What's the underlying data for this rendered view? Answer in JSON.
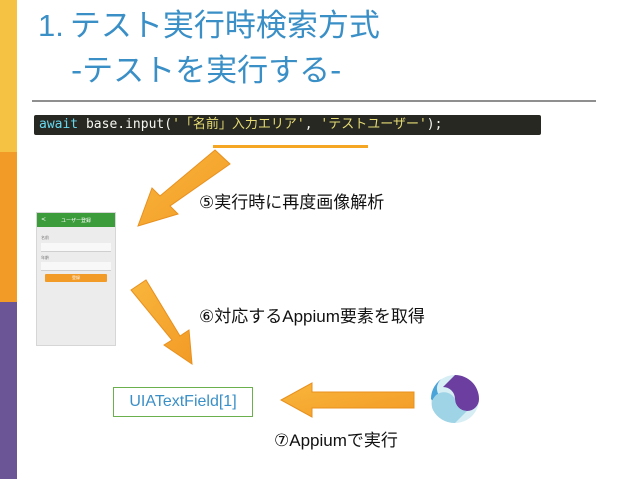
{
  "slide": {
    "title_number": "1.",
    "title_text": "テスト実行時検索方式",
    "subtitle": "-テストを実行する-",
    "code": {
      "keyword": "await",
      "call": " base.input(",
      "arg1": "'「名前」入力エリア'",
      "sep": ", ",
      "arg2": "'テストユーザー'",
      "end": ");"
    },
    "phone": {
      "title": "ユーザー登録",
      "back": "<",
      "label1": "名前",
      "label2": "年齢",
      "button": "登録"
    },
    "step5": "⑤実行時に再度画像解析",
    "step6_prefix": "⑥対応する",
    "step6_latin": "Appium",
    "step6_suffix": "要素を取得",
    "step7_prefix": "⑦",
    "step7_latin": "Appium",
    "step7_suffix": "で実行",
    "element_box": "UIATextField[1]",
    "colors": {
      "accent_blue": "#3a8fc7",
      "arrow_orange": "#f5a623",
      "bar_yellow": "#f6c244",
      "bar_orange": "#f29b26",
      "bar_purple": "#6c5596",
      "code_bg": "#272822",
      "phone_header_green": "#3c9b3a"
    },
    "icons": [
      "arrow-down-left-icon",
      "arrow-down-right-icon",
      "arrow-left-icon",
      "appium-logo-icon"
    ]
  }
}
